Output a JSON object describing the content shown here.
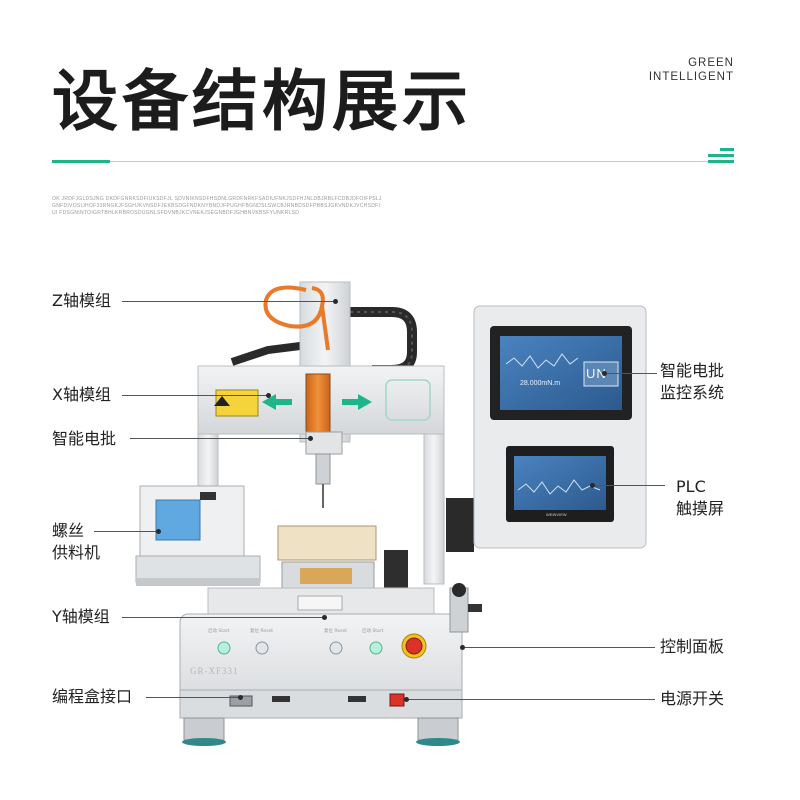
{
  "header": {
    "title": "设备结构展示",
    "brand_line1": "GREEN",
    "brand_line2": "INTELLIGENT",
    "fine_print": "OK JRDFJGLDSJNG DKDFGNRKSDFIUKSDFJL SDVNIKNSDFHSDNLGRDFNRKFSADIUFNKJSDFHJNLDBJRBLFCDBJDFOIFPSLJGNFDIVOSIJHOF33RNGKJFSGHJKVNSDFJEKBSDGFNDKNYBNDJFPUGHFBGNDSLSWCBJRNBDSDFPBBSJGKVNDKJVCHSDFIUI FDSGNINTOIGRTBHLKRBROSDUGNLSFDVNBJKCVNEKJSEGNBDFJGHBNVKBSFYUNKRLSD"
  },
  "callouts": {
    "z_axis": "Z轴模组",
    "x_axis": "X轴模组",
    "driver": "智能电批",
    "feeder_line1": "螺丝",
    "feeder_line2": "供料机",
    "y_axis": "Y轴模组",
    "prog_port": "编程盒接口",
    "monitor_line1": "智能电批",
    "monitor_line2": "监控系统",
    "plc_line1": "PLC",
    "plc_line2": "触摸屏",
    "control_panel": "控制面板",
    "power_switch": "电源开关"
  },
  "machine": {
    "model_text": "GR-XF331",
    "monitor_reading": "28.000mN.m",
    "monitor_badge": "UN",
    "panel_buttons": [
      "启动 Start",
      "复位 Reset",
      "复位 Reset",
      "启动 Start"
    ],
    "touchscreen_brand": "WEINVIEW"
  },
  "colors": {
    "accent_green": "#1fb58a",
    "machine_white": "#e6e8ea",
    "cable_orange": "#e87a2a",
    "driver_orange": "#e8822c",
    "screen_blue": "#3b6fa8",
    "estop_red": "#d9332a"
  }
}
